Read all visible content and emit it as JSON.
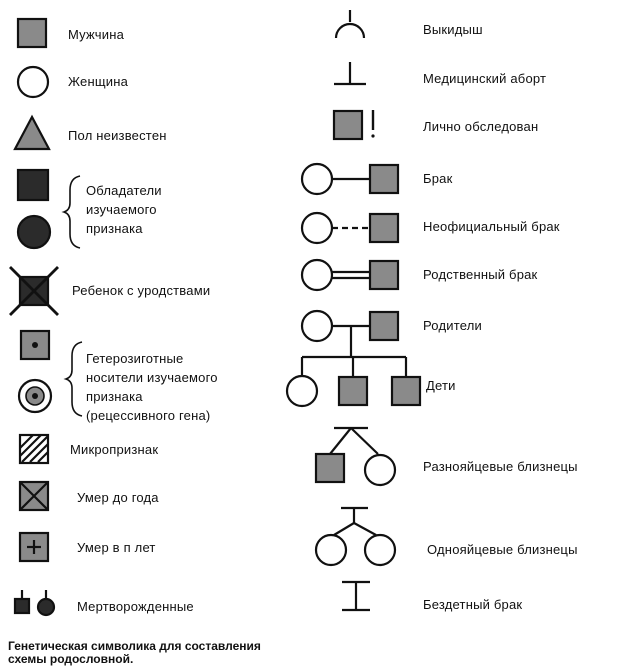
{
  "colors": {
    "fill_gray": "#8a8a8a",
    "fill_dark": "#2b2b2b",
    "stroke": "#111111",
    "background": "#ffffff"
  },
  "left_column": [
    {
      "id": "male",
      "icon": "gray-square-icon",
      "label": "Мужчина"
    },
    {
      "id": "female",
      "icon": "circle-icon",
      "label": "Женщина"
    },
    {
      "id": "sex-unknown",
      "icon": "gray-triangle-icon",
      "label": "Пол неизвестен"
    },
    {
      "id": "trait-carriers",
      "icon": "dark-square-and-circle-icon",
      "label": "Обладатели\nизучаемого\nпризнака"
    },
    {
      "id": "child-defects",
      "icon": "crossed-dark-square-icon",
      "label": "Ребенок с уродствами"
    },
    {
      "id": "heterozygous",
      "icon": "dotted-square-and-circle-icon",
      "label": "Гетерозиготные\nносители изучаемого\nпризнака\n(рецессивного гена)"
    },
    {
      "id": "microtrait",
      "icon": "hatched-square-icon",
      "label": "Микропризнак"
    },
    {
      "id": "died-before-year",
      "icon": "x-square-icon",
      "label": "Умер до года"
    },
    {
      "id": "died-in-n-years",
      "icon": "plus-square-icon",
      "label": "Умер в  п  лет"
    },
    {
      "id": "stillborn",
      "icon": "small-square-and-circle-icon",
      "label": "Мертворожденные"
    }
  ],
  "right_column": [
    {
      "id": "miscarriage",
      "icon": "miscarriage-icon",
      "label": "Выкидыш"
    },
    {
      "id": "abortion",
      "icon": "abortion-icon",
      "label": "Медицинский аборт"
    },
    {
      "id": "examined",
      "icon": "examined-square-icon",
      "label": "Лично обследован"
    },
    {
      "id": "marriage",
      "icon": "marriage-icon",
      "label": "Брак"
    },
    {
      "id": "unofficial-marriage",
      "icon": "dashed-marriage-icon",
      "label": "Неофициальный брак"
    },
    {
      "id": "consanguineous-marriage",
      "icon": "double-line-marriage-icon",
      "label": "Родственный брак"
    },
    {
      "id": "parents",
      "icon": "parents-icon",
      "label": "Родители"
    },
    {
      "id": "children",
      "icon": "children-icon",
      "label": "Дети"
    },
    {
      "id": "fraternal-twins",
      "icon": "fraternal-twins-icon",
      "label": "Разнояйцевые близнецы"
    },
    {
      "id": "identical-twins",
      "icon": "identical-twins-icon",
      "label": "Однояйцевые близнецы"
    },
    {
      "id": "childless-marriage",
      "icon": "childless-marriage-icon",
      "label": "Бездетный брак"
    }
  ],
  "caption": "Генетическая символика для составления\nсхемы родословной."
}
